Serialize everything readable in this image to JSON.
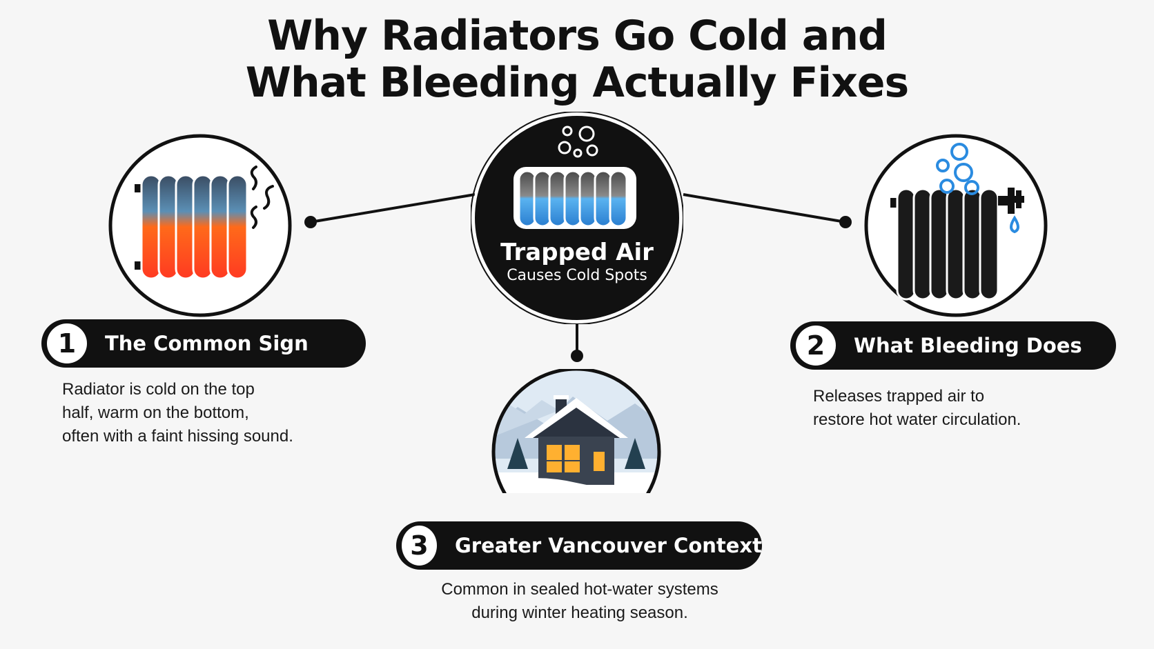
{
  "title": {
    "line1": "Why Radiators Go Cold and",
    "line2": "What Bleeding Actually Fixes"
  },
  "center": {
    "title": "Trapped Air",
    "subtitle": "Causes Cold Spots"
  },
  "steps": [
    {
      "number": "1",
      "label": "The Common Sign",
      "text": [
        "Radiator is cold on the top",
        "half, warm on the bottom,",
        "often with a faint hissing sound."
      ]
    },
    {
      "number": "2",
      "label": "What Bleeding Does",
      "text": [
        "Releases trapped air to",
        "restore hot water circulation."
      ]
    },
    {
      "number": "3",
      "label": "Greater Vancouver Context",
      "text": [
        "Common in sealed hot-water systems",
        "during winter heating season."
      ]
    }
  ],
  "icons": {
    "step1": "radiator-cold-top-icon",
    "center": "radiator-air-bubbles-icon",
    "step2": "radiator-bleed-valve-icon",
    "step3": "snowy-house-icon"
  },
  "colors": {
    "dark": "#111111",
    "hot": "#ff4a1a",
    "cold_blue": "#2f9be6",
    "bubble_blue": "#2a8be0",
    "window": "#ffb030"
  }
}
